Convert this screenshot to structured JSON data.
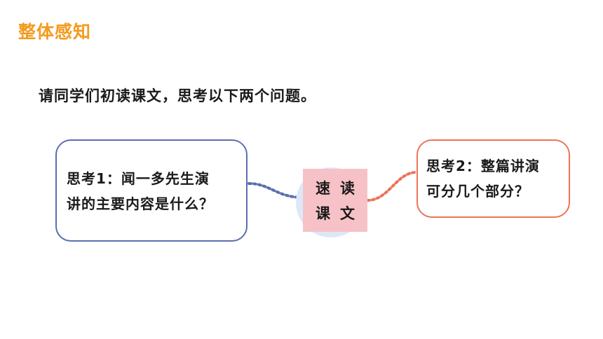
{
  "section_heading": "整体感知",
  "instruction": "请同学们初读课文，思考以下两个问题。",
  "left_box": {
    "line1": "思考1：闻一多先生演",
    "line2": "讲的主要内容是什么？",
    "border_color": "#5a6fb0"
  },
  "right_box": {
    "line1": "思考2：整篇讲演",
    "line2": "可分几个部分？",
    "border_color": "#ec7458"
  },
  "center": {
    "row1": "速读",
    "row2": "课文",
    "square_color": "#f6c2c7",
    "circle_color": "#dde7f7"
  },
  "colors": {
    "heading": "#f39a1e",
    "text": "#1a1a1a"
  }
}
